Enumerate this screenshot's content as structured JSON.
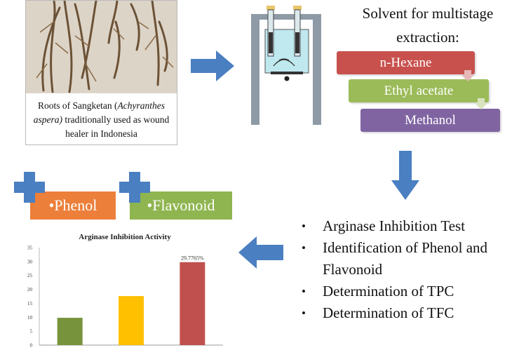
{
  "photo": {
    "caption_pre": "Roots of Sangketan (",
    "caption_italic": "Achyranthes aspera)",
    "caption_post": " traditionally used as wound healer in Indonesia"
  },
  "solvent": {
    "title": "Solvent for multistage extraction:",
    "steps": [
      {
        "label": "n-Hexane",
        "color": "#c8514e"
      },
      {
        "label": "Ethyl acetate",
        "color": "#9bbb59"
      },
      {
        "label": "Methanol",
        "color": "#8064a2"
      }
    ]
  },
  "tests": [
    "Arginase Inhibition Test",
    "Identification of Phenol and Flavonoid",
    "Determination of TPC",
    "Determination of TFC"
  ],
  "tags": {
    "phenol": "•Phenol",
    "flavonoid": "•Flavonoid",
    "plus_color": "#4a7fc1"
  },
  "arrow_color": "#4a7fc1",
  "chart_data": {
    "type": "bar",
    "title": "Arginase Inhibition Activity",
    "categories": [
      "",
      "",
      ""
    ],
    "values": [
      9.8,
      17.6,
      29.7765
    ],
    "colors": [
      "#77933c",
      "#ffc000",
      "#c0504d"
    ],
    "data_labels": [
      "",
      "",
      "29.7765%"
    ],
    "ylim": [
      0,
      35
    ],
    "yticks": [
      0,
      5,
      10,
      15,
      20,
      25,
      30,
      35
    ],
    "xlabel": "",
    "ylabel": "",
    "grid": false
  }
}
